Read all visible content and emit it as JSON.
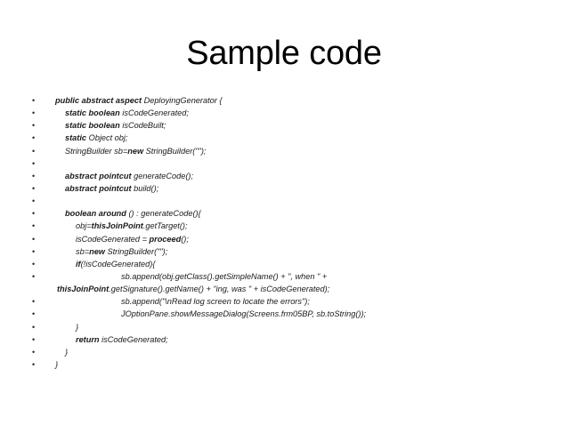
{
  "slide": {
    "title": "Sample code",
    "background_color": "#ffffff",
    "text_color": "#1a1a1a",
    "bullet_glyph": "•"
  },
  "code": {
    "lines": [
      {
        "indent": 0,
        "bullet": true,
        "segments": [
          {
            "text": "public abstract aspect ",
            "bold": true
          },
          {
            "text": "DeployingGenerator {",
            "bold": false
          }
        ]
      },
      {
        "indent": 1,
        "bullet": true,
        "segments": [
          {
            "text": "static boolean ",
            "bold": true
          },
          {
            "text": "isCodeGenerated;",
            "bold": false
          }
        ]
      },
      {
        "indent": 1,
        "bullet": true,
        "segments": [
          {
            "text": "static boolean ",
            "bold": true
          },
          {
            "text": "isCodeBuilt;",
            "bold": false
          }
        ]
      },
      {
        "indent": 1,
        "bullet": true,
        "segments": [
          {
            "text": "static ",
            "bold": true
          },
          {
            "text": "Object obj;",
            "bold": false
          }
        ]
      },
      {
        "indent": 1,
        "bullet": true,
        "segments": [
          {
            "text": "StringBuilder sb=",
            "bold": false
          },
          {
            "text": "new ",
            "bold": true
          },
          {
            "text": "StringBuilder(\"\");",
            "bold": false
          }
        ]
      },
      {
        "indent": 1,
        "bullet": true,
        "segments": [
          {
            "text": "",
            "bold": false
          }
        ]
      },
      {
        "indent": 1,
        "bullet": true,
        "segments": [
          {
            "text": "abstract pointcut ",
            "bold": true
          },
          {
            "text": "generateCode();",
            "bold": false
          }
        ]
      },
      {
        "indent": 1,
        "bullet": true,
        "segments": [
          {
            "text": "abstract pointcut ",
            "bold": true
          },
          {
            "text": "build();",
            "bold": false
          }
        ]
      },
      {
        "indent": 1,
        "bullet": true,
        "segments": [
          {
            "text": "",
            "bold": false
          }
        ]
      },
      {
        "indent": 1,
        "bullet": true,
        "segments": [
          {
            "text": "boolean around ",
            "bold": true
          },
          {
            "text": "() : generateCode(){",
            "bold": false
          }
        ]
      },
      {
        "indent": 2,
        "bullet": true,
        "segments": [
          {
            "text": "obj=",
            "bold": false
          },
          {
            "text": "thisJoinPoint",
            "bold": true
          },
          {
            "text": ".getTarget();",
            "bold": false
          }
        ]
      },
      {
        "indent": 2,
        "bullet": true,
        "segments": [
          {
            "text": "isCodeGenerated = ",
            "bold": false
          },
          {
            "text": "proceed",
            "bold": true
          },
          {
            "text": "();",
            "bold": false
          }
        ]
      },
      {
        "indent": 2,
        "bullet": true,
        "segments": [
          {
            "text": "sb=",
            "bold": false
          },
          {
            "text": "new ",
            "bold": true
          },
          {
            "text": "StringBuilder(\"\");",
            "bold": false
          }
        ]
      },
      {
        "indent": 2,
        "bullet": true,
        "segments": [
          {
            "text": "if",
            "bold": true
          },
          {
            "text": "(!isCodeGenerated){",
            "bold": false
          }
        ]
      },
      {
        "indent": 3,
        "bullet": true,
        "segments": [
          {
            "text": "sb.append(obj.getClass().getSimpleName() + \", when \" + ",
            "bold": false
          }
        ]
      },
      {
        "indent": "wrap",
        "bullet": false,
        "segments": [
          {
            "text": "thisJoinPoint",
            "bold": true
          },
          {
            "text": ".getSignature().getName() + \"ing, was \" + isCodeGenerated);",
            "bold": false
          }
        ]
      },
      {
        "indent": 3,
        "bullet": true,
        "segments": [
          {
            "text": "sb.append(\"\\nRead log screen to locate the errors\");",
            "bold": false
          }
        ]
      },
      {
        "indent": 3,
        "bullet": true,
        "segments": [
          {
            "text": "JOptionPane.showMessageDialog(Screens.frm05BP, sb.toString());",
            "bold": false
          }
        ]
      },
      {
        "indent": "c1",
        "bullet": true,
        "segments": [
          {
            "text": "}",
            "bold": false
          }
        ]
      },
      {
        "indent": 2,
        "bullet": true,
        "segments": [
          {
            "text": "return ",
            "bold": true
          },
          {
            "text": "isCodeGenerated;",
            "bold": false
          }
        ]
      },
      {
        "indent": "c2",
        "bullet": true,
        "segments": [
          {
            "text": "}",
            "bold": false
          }
        ]
      },
      {
        "indent": "c3",
        "bullet": true,
        "segments": [
          {
            "text": "}",
            "bold": false
          }
        ]
      }
    ]
  }
}
